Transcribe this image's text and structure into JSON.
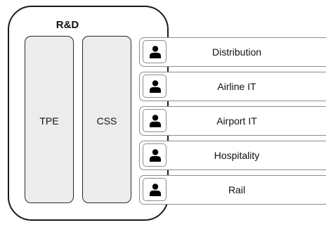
{
  "group": {
    "title": "R&D",
    "columns": [
      {
        "label": "TPE"
      },
      {
        "label": "CSS"
      }
    ]
  },
  "units": [
    {
      "label": "Distribution",
      "icon": "person-icon"
    },
    {
      "label": "Airline IT",
      "icon": "person-icon"
    },
    {
      "label": "Airport IT",
      "icon": "person-icon"
    },
    {
      "label": "Hospitality",
      "icon": "person-icon"
    },
    {
      "label": "Rail",
      "icon": "person-icon"
    }
  ],
  "colors": {
    "column_fill": "#ececec",
    "container_stroke": "#1a1a1a",
    "row_stroke": "#8c8c8c"
  }
}
